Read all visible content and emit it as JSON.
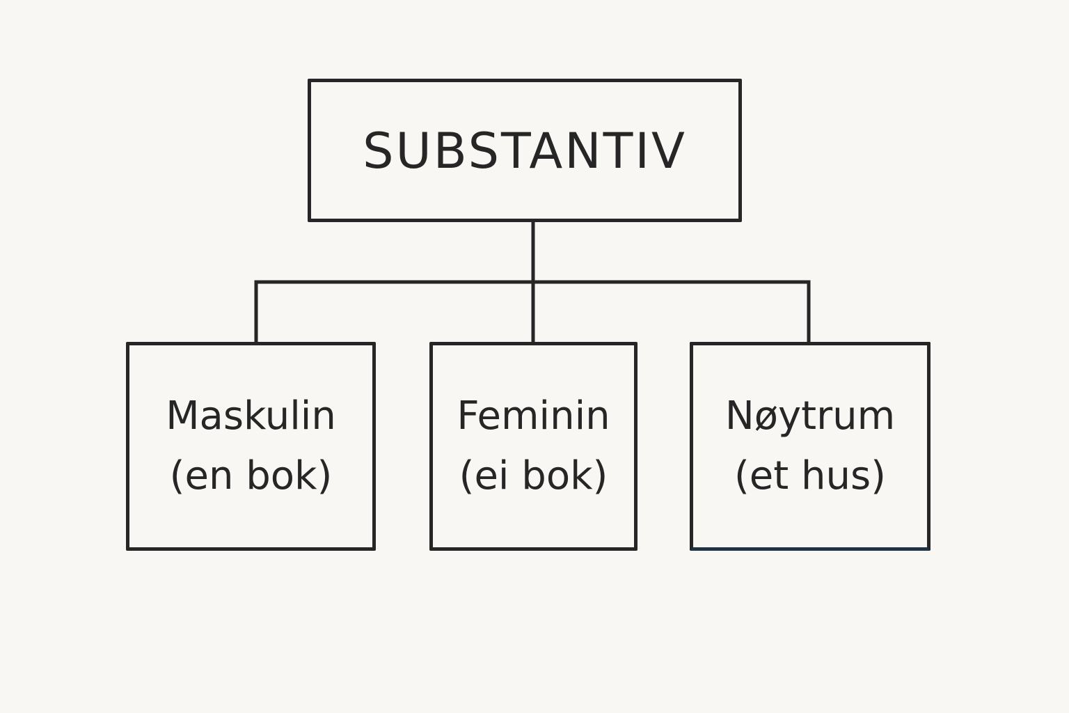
{
  "diagram": {
    "root": {
      "label": "SUBSTANTIV"
    },
    "children": [
      {
        "name": "Maskulin",
        "example": "(en bok)"
      },
      {
        "name": "Feminin",
        "example": "(ei bok)"
      },
      {
        "name": "Nøytrum",
        "example": "(et hus)"
      }
    ]
  },
  "colors": {
    "background": "#f8f7f3",
    "ink": "#262626"
  }
}
